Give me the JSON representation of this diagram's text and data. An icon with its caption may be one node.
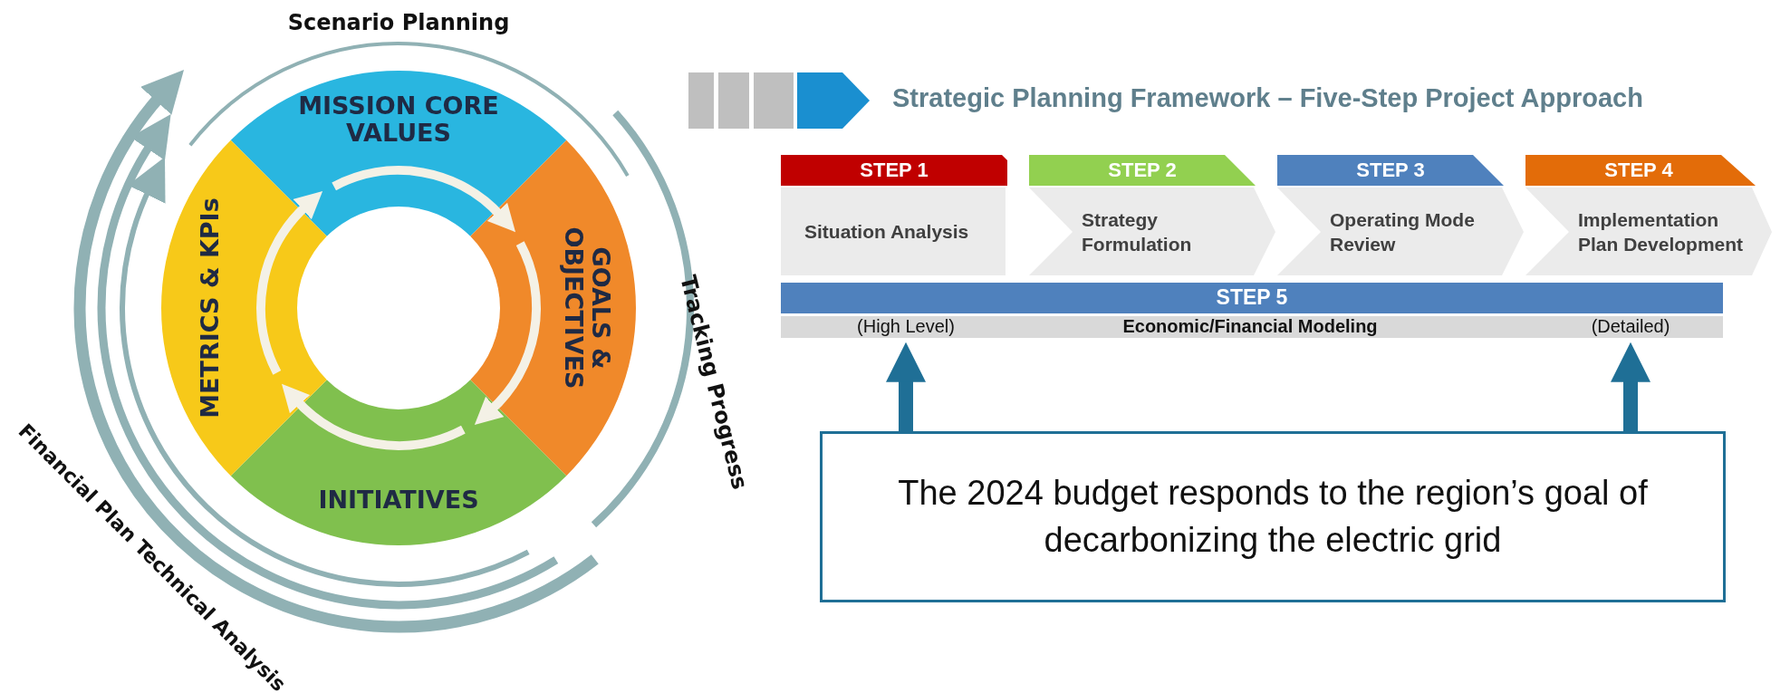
{
  "diagram": {
    "title": "Strategic Planning Framework – Five-Step Project Approach",
    "nodes": [
      {
        "text": [
          "MISSION CORE VALUES"
        ]
      },
      {
        "text": [
          "GOALS & OBJECTIVES"
        ]
      },
      {
        "text": [
          "INITIATIVES"
        ]
      },
      {
        "text": [
          "METRICS & KPIs"
        ]
      },
      {
        "text": [
          "STEP 1",
          "Situation Analysis"
        ]
      },
      {
        "text": [
          "STEP 2",
          "Strategy Formulation"
        ]
      },
      {
        "text": [
          "STEP 3",
          "Operating Mode Review"
        ]
      },
      {
        "text": [
          "STEP 4",
          "Implementation Plan Development"
        ]
      },
      {
        "text": [
          "STEP 5"
        ]
      },
      {
        "text": [
          "(High Level)"
        ]
      },
      {
        "text": [
          "(Detailed)"
        ]
      },
      {
        "text": [
          "The 2024 budget responds to the region’s goal of decarbonizing the electric grid"
        ]
      }
    ],
    "edges": [
      {
        "from": 0,
        "to": 1,
        "arrow": "to"
      },
      {
        "from": 1,
        "to": 2,
        "arrow": "to"
      },
      {
        "from": 2,
        "to": 3,
        "arrow": "to"
      },
      {
        "from": 3,
        "to": 0,
        "arrow": "to"
      },
      {
        "from": 11,
        "to": 9,
        "arrow": "to",
        "color": "#1f6f96"
      },
      {
        "from": 11,
        "to": 10,
        "arrow": "to",
        "color": "#1f6f96"
      }
    ],
    "labels": [
      "Scenario Planning",
      "Tracking Progress",
      "Financial Plan Technical Analysis",
      "Economic/Financial Modeling"
    ]
  }
}
